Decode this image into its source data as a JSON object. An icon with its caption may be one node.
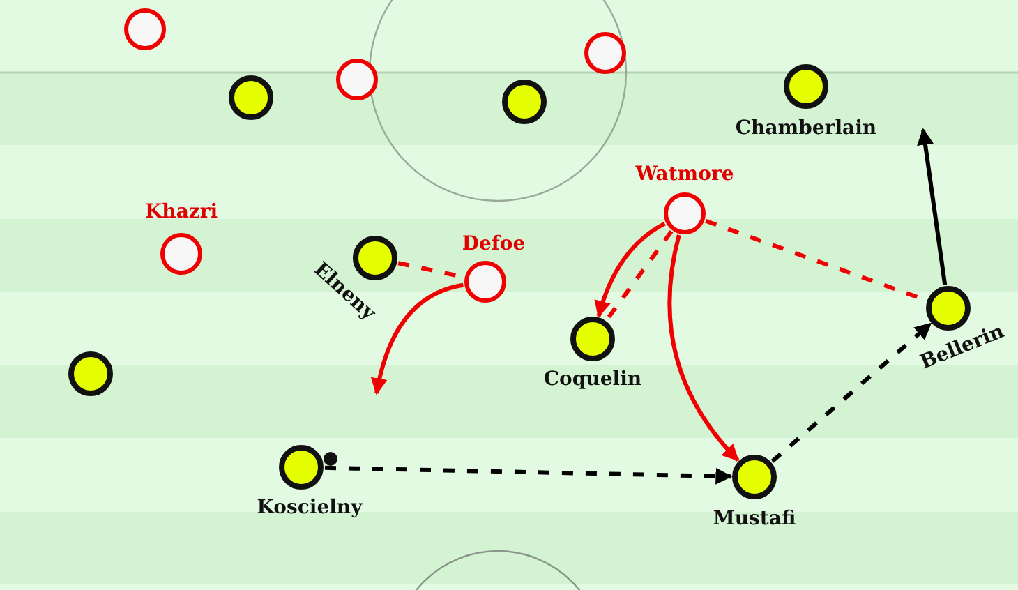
{
  "diagram": {
    "nodes": [
      {
        "text": [],
        "shape": "circle"
      },
      {
        "text": [],
        "shape": "circle"
      },
      {
        "text": [],
        "shape": "circle"
      },
      {
        "text": [],
        "shape": "circle"
      },
      {
        "text": [],
        "shape": "circle"
      },
      {
        "text": [
          "Chamberlain"
        ]
      },
      {
        "text": [
          "Watmore"
        ]
      },
      {
        "text": [
          "Khazri"
        ]
      },
      {
        "text": [
          "Elneny"
        ]
      },
      {
        "text": [
          "Defoe"
        ]
      },
      {
        "text": [
          "Bellerin"
        ]
      },
      {
        "text": [
          "Coquelin"
        ]
      },
      {
        "text": [],
        "shape": "circle"
      },
      {
        "text": [
          "Koscielny"
        ]
      },
      {
        "text": [
          "Mustafi"
        ]
      }
    ],
    "edges": [
      {
        "from": 8,
        "to": 9,
        "arrow": "none",
        "style": "dashed"
      },
      {
        "from": 9,
        "to": null,
        "arrow": "to"
      },
      {
        "from": 6,
        "to": 11,
        "arrow": "to"
      },
      {
        "from": 6,
        "to": 11,
        "arrow": "none",
        "style": "dashed"
      },
      {
        "from": 6,
        "to": 10,
        "arrow": "none",
        "style": "dashed"
      },
      {
        "from": 6,
        "to": 14,
        "arrow": "to"
      },
      {
        "from": 13,
        "to": 14,
        "arrow": "to",
        "style": "dashed",
        "color": "#000000"
      },
      {
        "from": 14,
        "to": 10,
        "arrow": "to",
        "style": "dashed",
        "color": "#000000"
      },
      {
        "from": 10,
        "to": null,
        "arrow": "to",
        "color": "#000000"
      }
    ]
  }
}
